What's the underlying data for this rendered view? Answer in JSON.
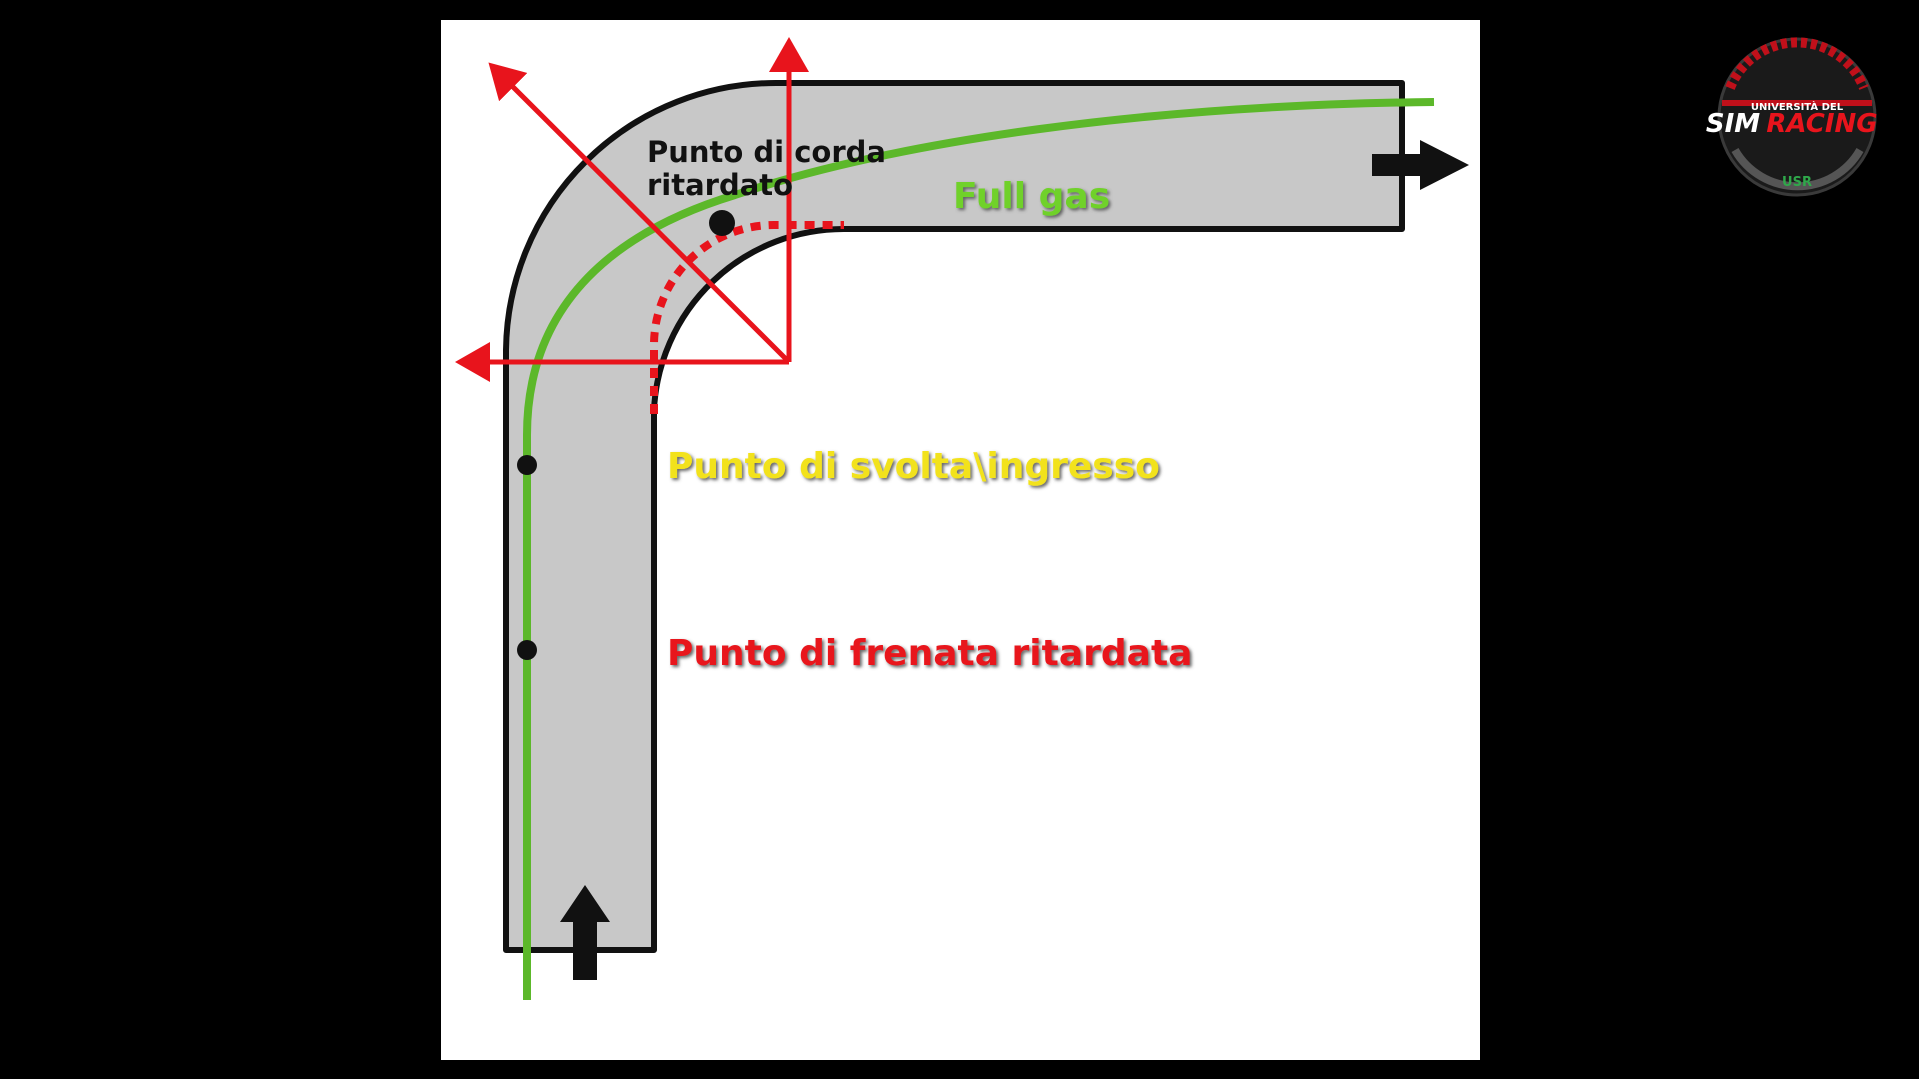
{
  "labels": {
    "apex": [
      "Punto di corda",
      "ritardato"
    ],
    "full_gas": "Full gas",
    "turn_in": "Punto di svolta\\ingresso",
    "braking": "Punto di frenata ritardata"
  },
  "logo": {
    "top_text": "UNIVERSITÀ DEL",
    "main_left": "SIM",
    "main_right": "RACING",
    "bottom_text": "USR"
  },
  "colors": {
    "background": "#000000",
    "panel": "#ffffff",
    "track": "#c8c8c8",
    "track_border": "#111111",
    "racing_line": "#5cb82a",
    "geometry_lines": "#e8141c",
    "full_gas_text": "#6fd12a",
    "turn_in_text": "#f2e21a",
    "braking_text": "#e8141c"
  }
}
